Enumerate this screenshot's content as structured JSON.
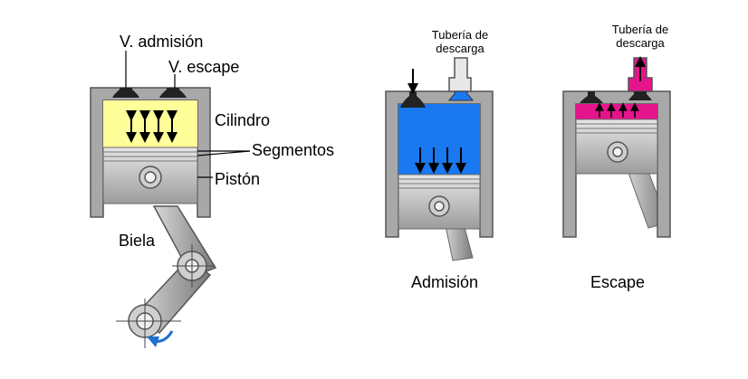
{
  "labels": {
    "intake_valve": "V. admisión",
    "exhaust_valve": "V. escape",
    "cylinder": "Cilindro",
    "rings": "Segmentos",
    "piston": "Pistón",
    "rod": "Biela",
    "pipe_line1": "Tubería de",
    "pipe_line2": "descarga",
    "pipe2_line1": "Tubería de",
    "pipe2_line2": "descarga",
    "intake": "Admisión",
    "exhaust": "Escape"
  },
  "colors": {
    "block": "#a8a8a8",
    "block_edge": "#555555",
    "piston": "#cfcfcf",
    "yellow_chamber": "#ffff9a",
    "blue_chamber": "#1a78f0",
    "magenta_chamber": "#e6148c",
    "rotation_arrow": "#1e6fd0"
  }
}
